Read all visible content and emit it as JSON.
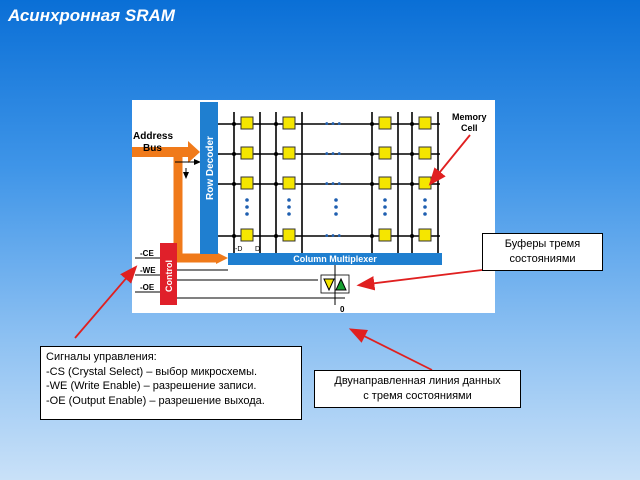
{
  "title": "Асинхронная SRAM",
  "diagram": {
    "address_bus_line1": "Address",
    "address_bus_line2": "Bus",
    "row_decoder": "Row Decoder",
    "column_multiplexer": "Column Multiplexer",
    "control": "Control",
    "memory_cell_line1": "Memory",
    "memory_cell_line2": "Cell",
    "signal_ce": "-CE",
    "signal_we": "-WE",
    "signal_oe": "-OE",
    "bitline_d_bar": "-D",
    "bitline_d": "D",
    "data_pin": "0",
    "ellipsis": "• • •",
    "colors": {
      "row_decoder": "#1f7fd0",
      "bus": "#f07a1a",
      "control": "#e0202a",
      "cell": "#f5e600",
      "arrow": "#e02020"
    }
  },
  "callouts": {
    "buffers": [
      "Буферы тремя",
      "состояниями"
    ],
    "control_signals": [
      "Сигналы управления:",
      "-CS (Crystal Select) – выбор микросхемы.",
      "-WE (Write Enable) – разрешение записи.",
      "-OE (Output Enable) – разрешение выхода."
    ],
    "data_line": [
      "Двунаправленная линия данных",
      "с тремя состояниями"
    ]
  }
}
